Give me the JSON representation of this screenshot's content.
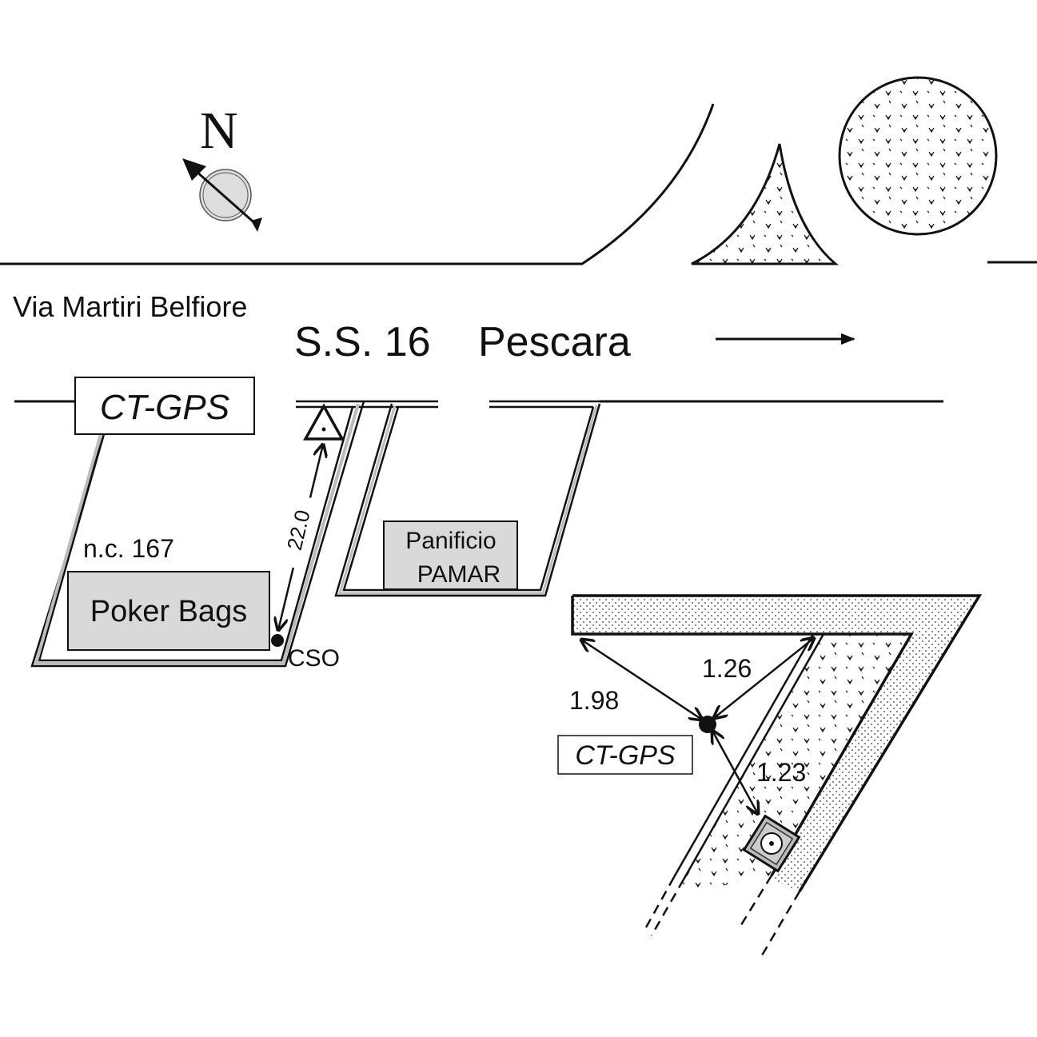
{
  "compass": {
    "label": "N"
  },
  "streets": {
    "via": "Via Martiri Belfiore",
    "road": "S.S. 16",
    "direction": "Pescara"
  },
  "site_left": {
    "station_label": "CT-GPS",
    "parcel": "n.c. 167",
    "building": "Poker Bags",
    "distance": "22.0",
    "point_label": "CSO"
  },
  "panificio": {
    "line1": "Panificio",
    "line2": "PAMAR"
  },
  "site_right": {
    "station_label": "CT-GPS",
    "d1": "1.98",
    "d2": "1.26",
    "d3": "1.23"
  },
  "colors": {
    "ink": "#111111",
    "box_fill": "#d9d9d9",
    "lot_line": "#bbbbbb"
  }
}
